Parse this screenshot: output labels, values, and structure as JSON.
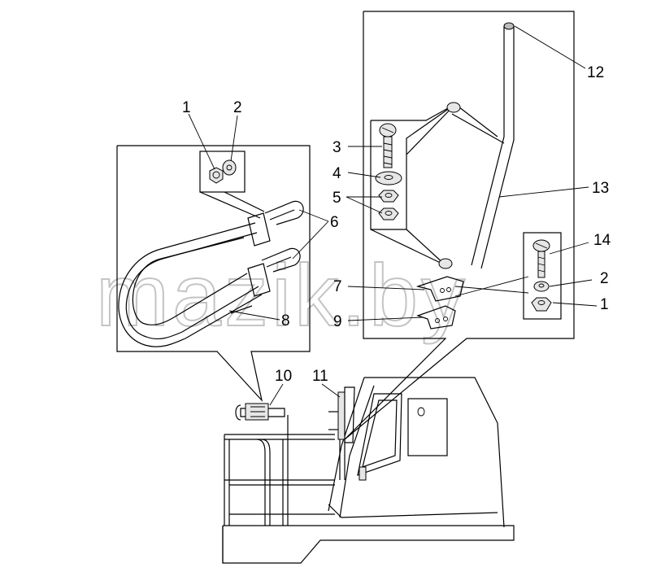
{
  "watermark": "mazik.by",
  "callouts": {
    "left_inset": {
      "nut": "1",
      "washer": "2",
      "u_bolts": "6",
      "handrail": "8"
    },
    "right_inset": {
      "screw_a": "3",
      "washer_a": "4",
      "nuts_a": "5",
      "bracket_a": "7",
      "bracket_b": "9",
      "mirror_rod_top": "12",
      "mirror_rod": "13",
      "screw_b": "14",
      "washer_b": "2",
      "nut_b": "1"
    },
    "assembly": {
      "handrail_assembly": "10",
      "mirror_assembly": "11"
    }
  }
}
